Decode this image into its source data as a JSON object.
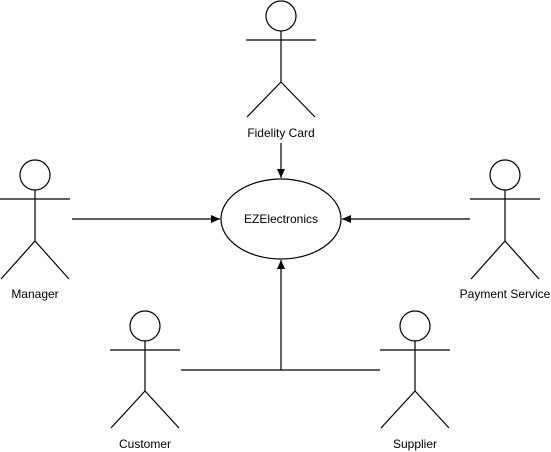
{
  "diagram": {
    "use_case": {
      "label": "EZElectronics"
    },
    "actors": {
      "fidelity_card": {
        "label": "Fidelity Card"
      },
      "manager": {
        "label": "Manager"
      },
      "payment_service": {
        "label": "Payment Service"
      },
      "customer": {
        "label": "Customer"
      },
      "supplier": {
        "label": "Supplier"
      }
    },
    "colors": {
      "stroke": "#000000",
      "background": "#ffffff"
    }
  }
}
